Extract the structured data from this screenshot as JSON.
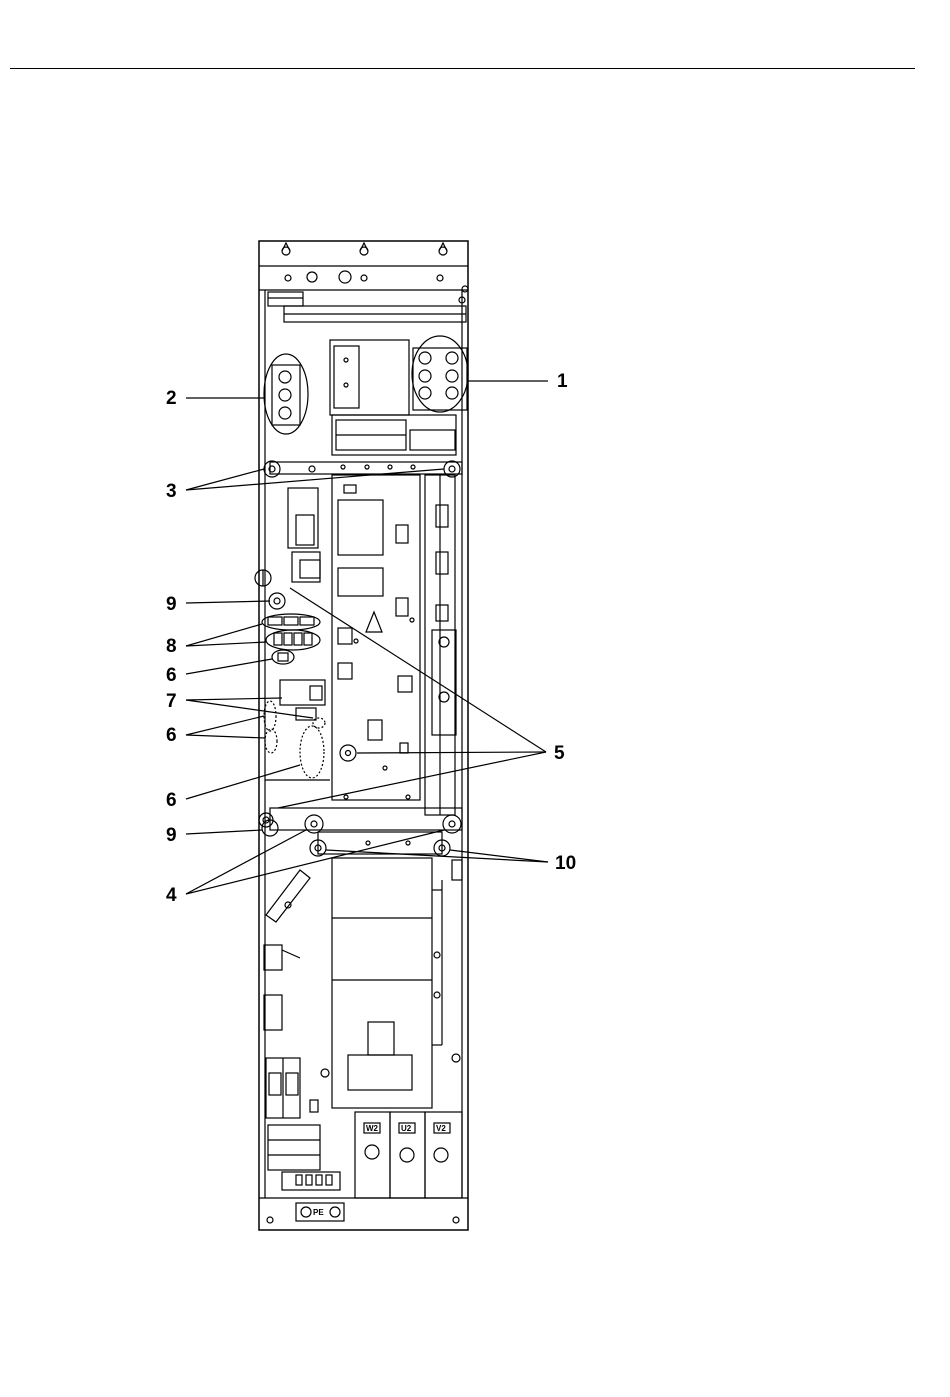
{
  "callouts": {
    "c1": "1",
    "c2": "2",
    "c3": "3",
    "c4": "4",
    "c5": "5",
    "c6a": "6",
    "c6b": "6",
    "c6c": "6",
    "c7": "7",
    "c8": "8",
    "c9a": "9",
    "c9b": "9",
    "c10": "10"
  },
  "terminals": {
    "w2": "W2",
    "u2": "U2",
    "v2": "V2",
    "pe": "PE"
  },
  "colors": {
    "line": "#000000",
    "background": "#ffffff"
  }
}
